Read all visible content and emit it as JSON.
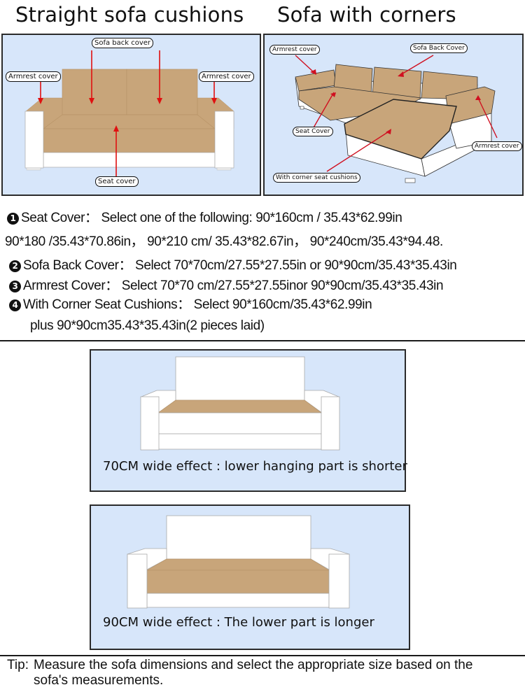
{
  "headings": {
    "straight": "Straight sofa cushions",
    "corner": "Sofa with corners"
  },
  "straight_diagram": {
    "callouts": {
      "back": "Sofa  back cover",
      "armrest_left": "Armrest cover",
      "armrest_right": "Armrest cover",
      "seat": "Seat cover"
    }
  },
  "corner_diagram": {
    "callouts": {
      "armrest_top": "Armrest cover",
      "back": "Sofa Back Cover",
      "seat": "Seat Cover",
      "armrest_right": "Armrest cover",
      "corner_seat": "With corner seat cushions"
    }
  },
  "specs": [
    {
      "number": "1",
      "text": "Seat Cover： Select one of the following: 90*160cm / 35.43*62.99in"
    },
    {
      "number": "",
      "text": "90*180 /35.43*70.86in， 90*210 cm/ 35.43*82.67in， 90*240cm/35.43*94.48."
    },
    {
      "number": "2",
      "text": "Sofa Back Cover： Select 70*70cm/27.55*27.55in or 90*90cm/35.43*35.43in"
    },
    {
      "number": "3",
      "text": "Armrest Cover： Select 70*70 cm/27.55*27.55inor 90*90cm/35.43*35.43in"
    },
    {
      "number": "4",
      "text": "With Corner Seat Cushions： Select 90*160cm/35.43*62.99in"
    },
    {
      "number": "",
      "text": "plus 90*90cm35.43*35.43in(2 pieces laid)"
    }
  ],
  "effects": [
    {
      "caption": "70CM wide effect : lower hanging part  is  shorter"
    },
    {
      "caption": "90CM wide effect : The lower part  is  longer"
    }
  ],
  "tip": {
    "label": "Tip:",
    "line1": "Measure the sofa dimensions and select the appropriate size based on the",
    "line2": "sofa's measurements."
  },
  "colors": {
    "panel_bg": "#d7e6fa",
    "cushion": "#c8a57a",
    "arrow": "#e01010",
    "sofa_body": "#ffffff"
  }
}
